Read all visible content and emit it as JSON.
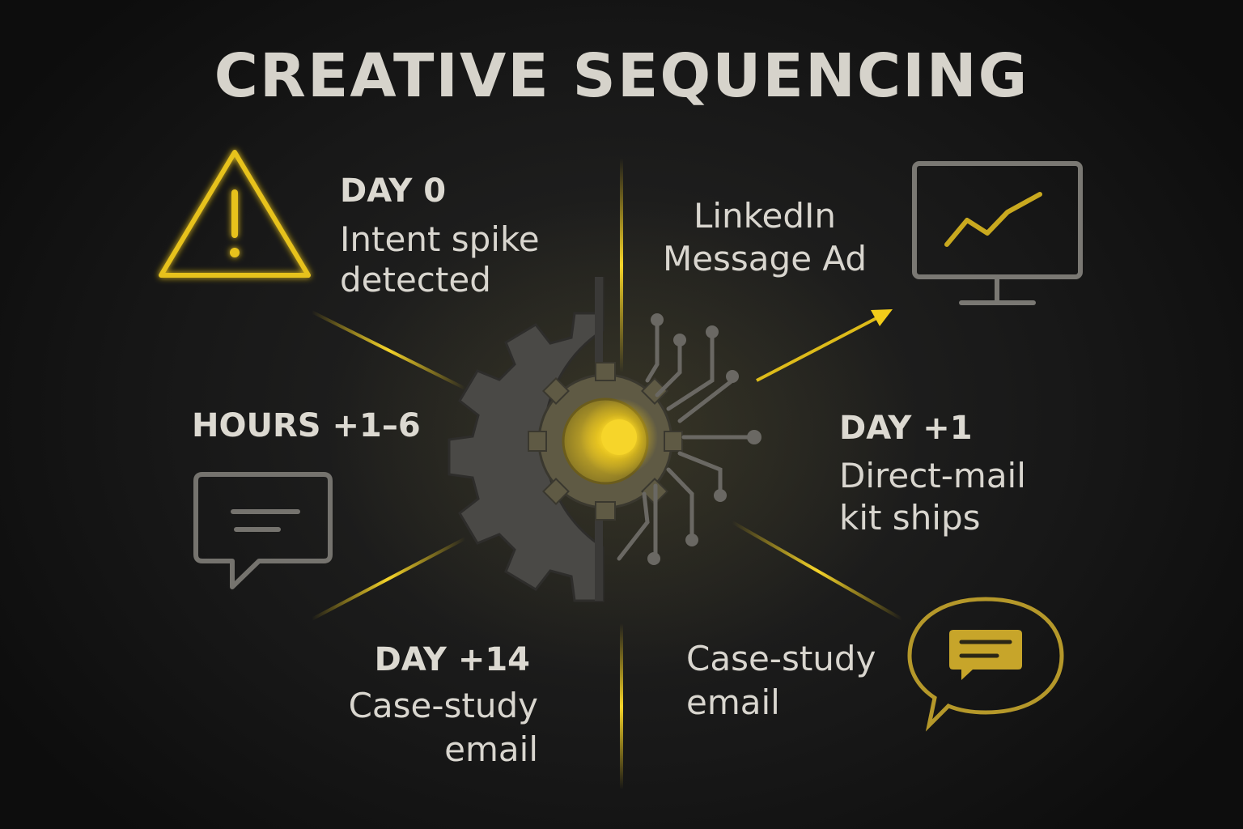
{
  "title": "CREATIVE SEQUENCING",
  "steps": [
    {
      "stage": "DAY 0",
      "description_lines": [
        "Intent spike",
        "detected"
      ],
      "icon": "warning-icon"
    },
    {
      "stage": "",
      "description_lines": [
        "LinkedIn",
        "Message Ad"
      ],
      "icon": "monitor-chart-icon"
    },
    {
      "stage": "HOURS +1–6",
      "description_lines": [],
      "icon": "chat-bubble-icon"
    },
    {
      "stage": "DAY +1",
      "description_lines": [
        "Direct-mail",
        "kit ships"
      ],
      "icon": ""
    },
    {
      "stage": "DAY +14",
      "description_lines": [
        "Case-study",
        "email"
      ],
      "icon": ""
    },
    {
      "stage": "",
      "description_lines": [
        "Case-study",
        "email"
      ],
      "icon": "message-bubble-icon"
    }
  ],
  "colors": {
    "accent": "#f2cc1a",
    "text": "#d9d6cf",
    "icon_gray": "#7a7873",
    "background": "#171717",
    "gear": "#4a4946"
  },
  "center_icon": "gear-circuit-icon"
}
